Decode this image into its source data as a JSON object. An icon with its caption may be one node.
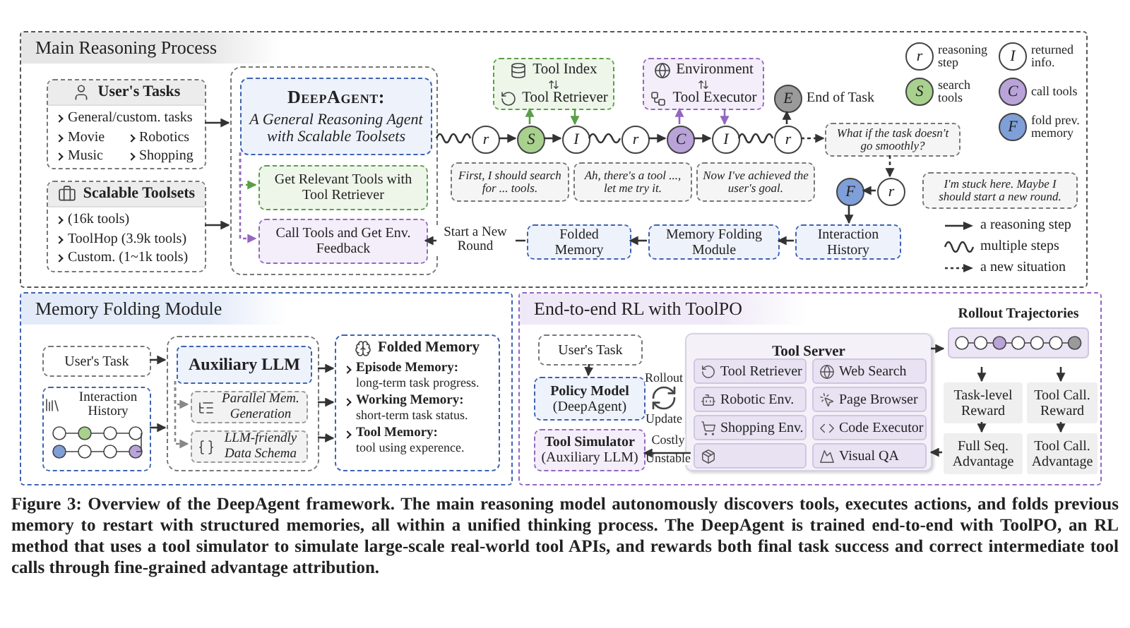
{
  "diagram": {
    "caption": "Figure 3: Overview of the DeepAgent framework. The main reasoning model autonomously discovers tools, executes actions, and folds previous memory to restart with structured memories, all within a unified thinking process. The DeepAgent is trained end-to-end with ToolPO, an RL method that uses a tool simulator to simulate large-scale real-world tool APIs, and rewards both final task success and correct intermediate tool calls through fine-grained advantage attribution.",
    "nodes": [
      {
        "text": [
          "Main Reasoning Process"
        ]
      },
      {
        "text": [
          "User's Tasks",
          "General/custom. tasks",
          "Movie",
          "Robotics",
          "Music",
          "Shopping"
        ],
        "in": 0
      },
      {
        "text": [
          "Scalable Toolsets",
          "(16k tools)",
          "ToolHop (3.9k tools)",
          "Custom. (1~1k tools)"
        ],
        "in": 0
      },
      {
        "text": [],
        "shape": "box",
        "in": 0
      },
      {
        "text": [
          "DeepAgent:",
          "A General Reasoning Agent with Scalable Toolsets"
        ],
        "in": 3
      },
      {
        "text": [
          "Get Relevant Tools with Tool Retriever"
        ],
        "in": 3
      },
      {
        "text": [
          "Call Tools and Get Env. Feedback"
        ],
        "in": 3
      },
      {
        "text": [
          "Tool Index",
          "Tool Retriever"
        ],
        "in": 0
      },
      {
        "text": [
          "Environment",
          "Tool Executor"
        ],
        "in": 0
      },
      {
        "text": [
          "r"
        ],
        "in": 0
      },
      {
        "text": [
          "S"
        ],
        "in": 0
      },
      {
        "text": [
          "I"
        ],
        "in": 0
      },
      {
        "text": [
          "r"
        ],
        "in": 0
      },
      {
        "text": [
          "C"
        ],
        "in": 0
      },
      {
        "text": [
          "I"
        ],
        "in": 0
      },
      {
        "text": [
          "r"
        ],
        "in": 0
      },
      {
        "text": [
          "E"
        ],
        "beside": [
          "End of Task"
        ],
        "in": 0
      },
      {
        "text": [
          "First, I should search for ... tools."
        ],
        "in": 0
      },
      {
        "text": [
          "Ah, there's a tool ..., let me try it."
        ],
        "in": 0
      },
      {
        "text": [
          "Now I've achieved the user's goal."
        ],
        "in": 0
      },
      {
        "text": [
          "What if the task doesn't go smoothly?"
        ],
        "in": 0
      },
      {
        "text": [
          "r"
        ],
        "in": 0
      },
      {
        "text": [
          "F"
        ],
        "in": 0
      },
      {
        "text": [
          "I'm stuck here. Maybe I should start a new round."
        ],
        "in": 0
      },
      {
        "text": [
          "Interaction History"
        ],
        "in": 0
      },
      {
        "text": [
          "Memory Folding Module"
        ],
        "in": 0
      },
      {
        "text": [
          "Folded Memory"
        ],
        "in": 0
      },
      {
        "text": [
          "r"
        ],
        "beside": [
          "reasoning step"
        ],
        "in": 0
      },
      {
        "text": [
          "I"
        ],
        "beside": [
          "returned info."
        ],
        "in": 0
      },
      {
        "text": [
          "S"
        ],
        "beside": [
          "search tools"
        ],
        "in": 0
      },
      {
        "text": [
          "C"
        ],
        "beside": [
          "call tools"
        ],
        "in": 0
      },
      {
        "text": [
          "F"
        ],
        "beside": [
          "fold prev. memory"
        ],
        "in": 0
      },
      {
        "text": [
          "Memory Folding Module"
        ]
      },
      {
        "text": [
          "User's Task"
        ],
        "in": 32
      },
      {
        "text": [
          "Interaction History"
        ],
        "in": 32
      },
      {
        "text": [],
        "shape": "box",
        "in": 32
      },
      {
        "text": [
          "Auxiliary LLM"
        ],
        "in": 35
      },
      {
        "text": [
          "Parallel Mem. Generation"
        ],
        "in": 35
      },
      {
        "text": [
          "LLM-friendly Data Schema"
        ],
        "in": 35
      },
      {
        "text": [
          "Folded Memory",
          "Episode Memory:",
          "long-term task progress.",
          "Working Memory:",
          "short-term task status.",
          "Tool Memory:",
          "tool using experence."
        ],
        "in": 32
      },
      {
        "text": [
          "End-to-end RL with ToolPO"
        ]
      },
      {
        "text": [
          "User's Task"
        ],
        "in": 40
      },
      {
        "text": [
          "Policy Model",
          "(DeepAgent)"
        ],
        "in": 40
      },
      {
        "text": [
          "Tool Simulator",
          "(Auxiliary LLM)"
        ],
        "in": 40
      },
      {
        "text": [
          "Tool Server"
        ],
        "in": 40
      },
      {
        "text": [
          "Tool Retriever"
        ],
        "in": 44
      },
      {
        "text": [
          "Web Search"
        ],
        "in": 44
      },
      {
        "text": [
          "Robotic Env."
        ],
        "in": 44
      },
      {
        "text": [
          "Page Browser"
        ],
        "in": 44
      },
      {
        "text": [
          "Shopping Env."
        ],
        "in": 44
      },
      {
        "text": [
          "Code Executor"
        ],
        "in": 44
      },
      {
        "text": [],
        "shape": "box",
        "in": 44
      },
      {
        "text": [
          "Visual QA"
        ],
        "in": 44
      },
      {
        "text": [
          "Rollout Trajectories"
        ],
        "in": 40
      },
      {
        "text": [
          "Task-level Reward"
        ],
        "in": 40
      },
      {
        "text": [
          "Tool Call. Reward"
        ],
        "in": 40
      },
      {
        "text": [
          "Full Seq. Advantage"
        ],
        "in": 40
      },
      {
        "text": [
          "Tool Call. Advantage"
        ],
        "in": 40
      }
    ],
    "edges": [
      {
        "from": 1,
        "to": 3,
        "arrow": "to"
      },
      {
        "from": 2,
        "to": 3,
        "arrow": "to"
      },
      {
        "from": 4,
        "to": 5,
        "arrow": "to",
        "style": "dashed",
        "color": "#5a9e47"
      },
      {
        "from": 4,
        "to": 6,
        "arrow": "to",
        "style": "dashed",
        "color": "#9466c0"
      },
      {
        "from": 3,
        "to": 9,
        "arrow": "none"
      },
      {
        "from": 9,
        "to": 10,
        "arrow": "to"
      },
      {
        "from": 10,
        "to": 7,
        "arrow": "to",
        "color": "#5a9e47"
      },
      {
        "from": 7,
        "to": 11,
        "arrow": "to",
        "color": "#5a9e47"
      },
      {
        "from": 10,
        "to": 11,
        "arrow": "to"
      },
      {
        "from": 11,
        "to": 12,
        "arrow": "none"
      },
      {
        "from": 12,
        "to": 13,
        "arrow": "to"
      },
      {
        "from": 13,
        "to": 8,
        "arrow": "to",
        "color": "#9466c0"
      },
      {
        "from": 8,
        "to": 14,
        "arrow": "to",
        "color": "#9466c0"
      },
      {
        "from": 13,
        "to": 14,
        "arrow": "to"
      },
      {
        "from": 14,
        "to": 15,
        "arrow": "none"
      },
      {
        "from": 15,
        "to": 16,
        "arrow": "to"
      },
      {
        "from": 15,
        "to": 20,
        "arrow": "to",
        "style": "dashed"
      },
      {
        "from": 20,
        "to": 21,
        "arrow": "to",
        "style": "dashed"
      },
      {
        "from": 21,
        "to": 22,
        "arrow": "to"
      },
      {
        "from": 22,
        "to": 24,
        "arrow": "to"
      },
      {
        "from": 24,
        "to": 25,
        "arrow": "to"
      },
      {
        "from": 25,
        "to": 26,
        "arrow": "to"
      },
      {
        "from": 26,
        "to": 6,
        "arrow": "to",
        "label": "Start a New Round"
      },
      {
        "from": 33,
        "to": 35,
        "arrow": "to"
      },
      {
        "from": 34,
        "to": 35,
        "arrow": "to"
      },
      {
        "from": 35,
        "to": 39,
        "arrow": "to"
      },
      {
        "from": 35,
        "to": 39,
        "arrow": "to"
      },
      {
        "from": 35,
        "to": 39,
        "arrow": "to"
      },
      {
        "from": 36,
        "to": 37,
        "arrow": "to",
        "style": "dashed",
        "color": "#888888"
      },
      {
        "from": 36,
        "to": 38,
        "arrow": "to",
        "style": "dashed",
        "color": "#888888"
      },
      {
        "from": 41,
        "to": 42,
        "arrow": "to"
      },
      {
        "from": 51,
        "to": 43,
        "arrow": "to"
      },
      {
        "from": 44,
        "to": 53,
        "arrow": "to"
      },
      {
        "from": 53,
        "to": 54,
        "arrow": "to"
      },
      {
        "from": 53,
        "to": 55,
        "arrow": "to"
      },
      {
        "from": 54,
        "to": 56,
        "arrow": "to"
      },
      {
        "from": 55,
        "to": 57,
        "arrow": "to"
      },
      {
        "from": 56,
        "to": 44,
        "arrow": "to"
      }
    ],
    "labels": [
      "Rollout",
      "Update",
      "Costly",
      "Unstable"
    ],
    "legend": [
      {
        "text": "a reasoning step"
      },
      {
        "text": "multiple steps"
      },
      {
        "text": "a new situation"
      }
    ]
  }
}
